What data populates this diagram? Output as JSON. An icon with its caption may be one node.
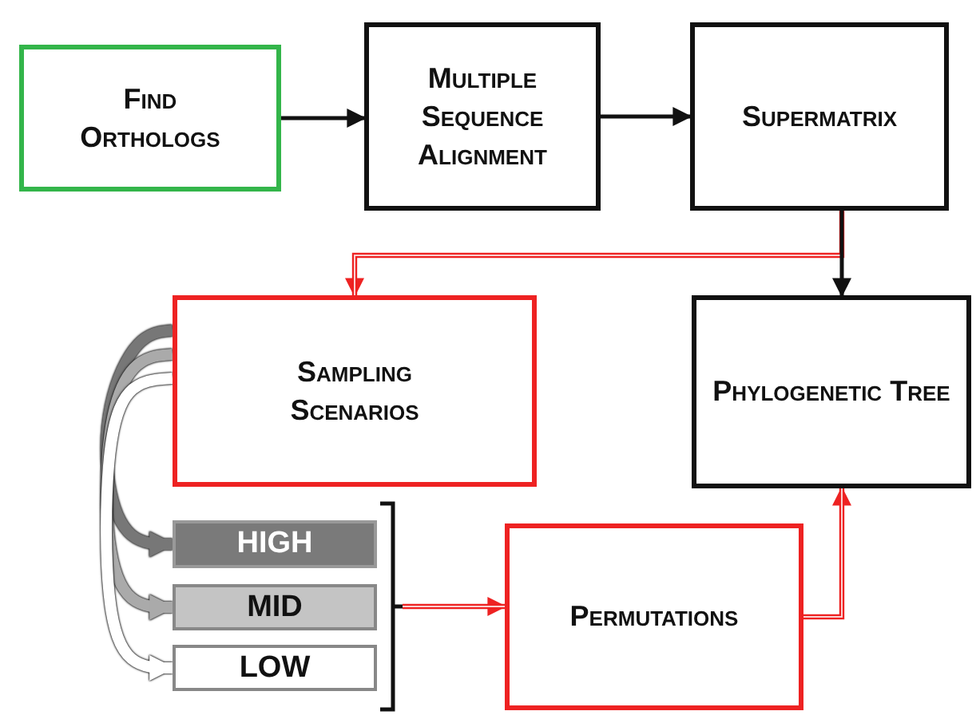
{
  "diagram": {
    "nodes": [
      {
        "text": [
          "Find Orthologs"
        ]
      },
      {
        "text": [
          "Multiple Sequence Alignment"
        ]
      },
      {
        "text": [
          "Supermatrix"
        ]
      },
      {
        "text": [
          "Sampling Scenarios"
        ]
      },
      {
        "text": [
          "Phylogenetic Tree"
        ]
      },
      {
        "text": [
          "HIGH"
        ]
      },
      {
        "text": [
          "MID"
        ]
      },
      {
        "text": [
          "LOW"
        ]
      },
      {
        "text": [
          "Permutations"
        ]
      },
      {
        "text": [],
        "shape": "bracket"
      }
    ],
    "edges": [
      {
        "from": 0,
        "to": 1,
        "arrow": "to"
      },
      {
        "from": 1,
        "to": 2,
        "arrow": "to"
      },
      {
        "from": 2,
        "to": 4,
        "arrow": "to"
      },
      {
        "from": 2,
        "to": 3,
        "arrow": "to",
        "color": "#ee2222"
      },
      {
        "from": 3,
        "to": 5,
        "arrow": "to",
        "style": "thick",
        "color": "#777777"
      },
      {
        "from": 3,
        "to": 6,
        "arrow": "to",
        "style": "thick",
        "color": "#aaaaaa"
      },
      {
        "from": 3,
        "to": 7,
        "arrow": "to",
        "style": "thick",
        "color": "#ffffff"
      },
      {
        "from": 9,
        "to": 8,
        "arrow": "to",
        "color": "#ee2222"
      },
      {
        "from": 8,
        "to": 4,
        "arrow": "to",
        "color": "#ee2222"
      }
    ]
  }
}
